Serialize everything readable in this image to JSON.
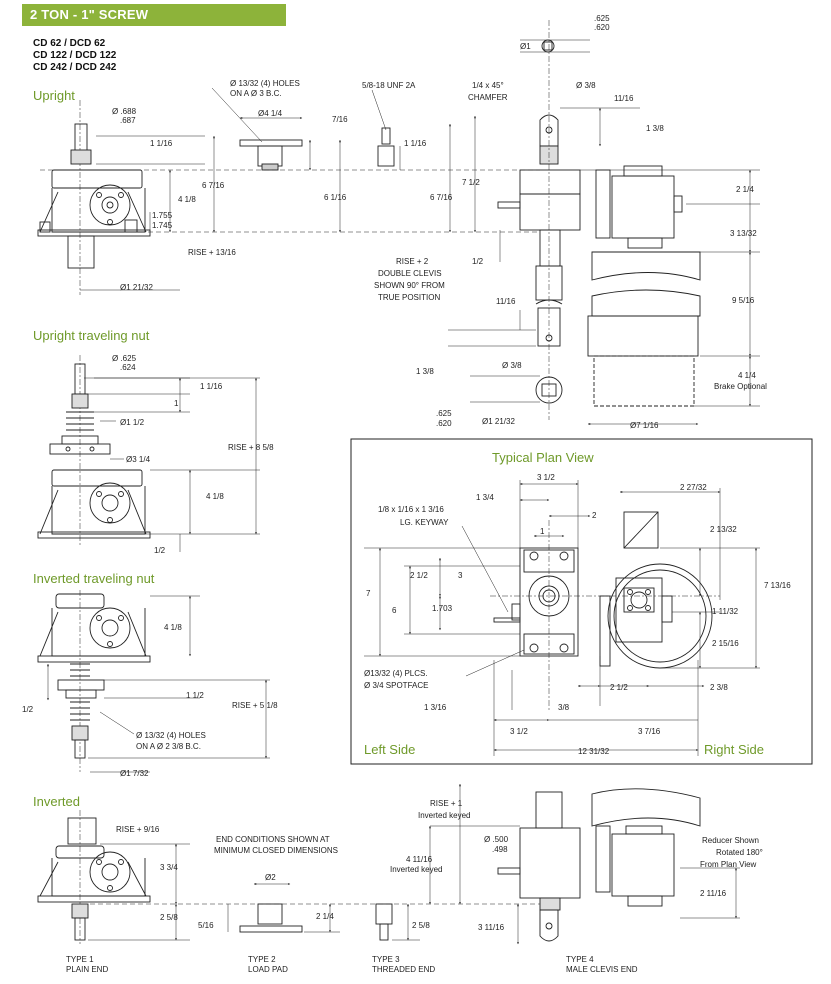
{
  "header": {
    "title": "2 TON - 1\" SCREW"
  },
  "models": [
    "CD 62 / DCD 62",
    "CD 122 / DCD 122",
    "CD 242 / DCD 242"
  ],
  "colors": {
    "banner": "#8db33a",
    "section_title": "#6f9a2a",
    "line": "#222222"
  },
  "sections": {
    "upright": "Upright",
    "upright_traveling_nut": "Upright traveling nut",
    "inverted_traveling_nut": "Inverted traveling nut",
    "inverted": "Inverted"
  },
  "plan_view": {
    "title": "Typical Plan View",
    "left_side": "Left Side",
    "right_side": "Right Side"
  },
  "upright_dims": {
    "dia_688": "Ø .688",
    "dia_687": ".687",
    "d_1_1_16": "1 1/16",
    "d_4_1_8": "4 1/8",
    "d_6_7_16": "6 7/16",
    "d_1755": "1.755",
    "d_1745": "1.745",
    "rise_13_16": "RISE + 13/16",
    "dia_1_21_32": "Ø1 21/32",
    "holes_1": "Ø 13/32 (4) HOLES",
    "holes_2": "ON A  Ø 3 B.C.",
    "dia_4_1_4": "Ø4 1/4",
    "d_7_16": "7/16",
    "d_6_1_16": "6 1/16",
    "unf": "5/8-18 UNF 2A",
    "d_1_1_16_b": "1 1/16",
    "d_6_7_16_b": "6 7/16"
  },
  "clevis_dims": {
    "dia_1": "Ø1",
    "d_625": ".625",
    "d_620": ".620",
    "chamfer_1": "1/4 x 45°",
    "chamfer_2": "CHAMFER",
    "dia_3_8": "Ø 3/8",
    "d_11_16": "11/16",
    "d_1_3_8": "1 3/8",
    "d_7_1_2": "7 1/2",
    "d_1_2": "1/2",
    "rise_2_1": "RISE + 2",
    "rise_2_2": "DOUBLE CLEVIS",
    "rise_2_3": "SHOWN 90° FROM",
    "rise_2_4": "TRUE POSITION",
    "d_11_16_b": "11/16",
    "dia_3_8_b": "Ø 3/8",
    "d_1_3_8_b": "1 3/8",
    "d_625_b": ".625",
    "d_620_b": ".620",
    "dia_1_21_32": "Ø1 21/32"
  },
  "motor_dims": {
    "d_2_1_4": "2 1/4",
    "d_3_13_32": "3 13/32",
    "d_9_5_16": "9 5/16",
    "d_4_1_4": "4 1/4",
    "brake": "Brake Optional",
    "dia_7_1_16": "Ø7 1/16"
  },
  "utn_dims": {
    "dia_625": "Ø .625",
    "dia_624": ".624",
    "d_1_1_16": "1 1/16",
    "d_1": "1",
    "dia_1_1_2": "Ø1 1/2",
    "dia_3_1_4": "Ø3 1/4",
    "d_4_1_8": "4 1/8",
    "rise_8_5_8": "RISE + 8 5/8",
    "d_1_2": "1/2"
  },
  "itn_dims": {
    "d_4_1_8": "4 1/8",
    "d_1_1_2": "1 1/2",
    "d_1_2": "1/2",
    "rise_5_1_8": "RISE + 5 1/8",
    "holes_1": "Ø 13/32 (4) HOLES",
    "holes_2": "ON A  Ø 2 3/8 B.C.",
    "dia_1_7_32": "Ø1 7/32"
  },
  "plan_dims": {
    "d_3_1_2_top": "3 1/2",
    "d_1_3_4": "1 3/4",
    "d_2": "2",
    "d_1": "1",
    "d_2_27_32": "2 27/32",
    "key_1": "1/8 x 1/16 x 1 3/16",
    "key_2": "LG. KEYWAY",
    "d_2_13_32": "2 13/32",
    "d_7": "7",
    "d_2_1_2": "2 1/2",
    "d_3": "3",
    "d_6": "6",
    "d_1703": "1.703",
    "d_7_13_16": "7 13/16",
    "d_1_11_32": "1 11/32",
    "d_2_15_16": "2 15/16",
    "plcs_1": "Ø13/32 (4) PLCS.",
    "plcs_2": "Ø 3/4 SPOTFACE",
    "d_2_1_2_b": "2 1/2",
    "d_2_3_8": "2 3/8",
    "d_1_3_16": "1 3/16",
    "d_3_8": "3/8",
    "d_3_1_2_b": "3 1/2",
    "d_3_7_16": "3 7/16",
    "d_12_31_32": "12 31/32"
  },
  "inv_dims": {
    "rise_9_16": "RISE + 9/16",
    "d_3_3_4": "3 3/4",
    "d_2_5_8": "2 5/8",
    "end_1": "END CONDITIONS SHOWN AT",
    "end_2": "MINIMUM CLOSED DIMENSIONS",
    "dia_2": "Ø2",
    "d_5_16": "5/16",
    "d_2_1_4": "2 1/4",
    "d_2_5_8_b": "2 5/8",
    "rise_1_1": "RISE + 1",
    "rise_1_2": "Inverted keyed",
    "d_4_11_16": "4 11/16",
    "inv_keyed": "Inverted keyed",
    "dia_500": "Ø .500",
    "dia_498": ".498",
    "d_3_11_16": "3 11/16",
    "red_1": "Reducer Shown",
    "red_2": "Rotated 180°",
    "red_3": "From Plan View",
    "d_2_11_16": "2 11/16"
  },
  "end_types": {
    "t1a": "TYPE 1",
    "t1b": "PLAIN END",
    "t2a": "TYPE 2",
    "t2b": "LOAD PAD",
    "t3a": "TYPE 3",
    "t3b": "THREADED END",
    "t4a": "TYPE 4",
    "t4b": "MALE CLEVIS END"
  }
}
